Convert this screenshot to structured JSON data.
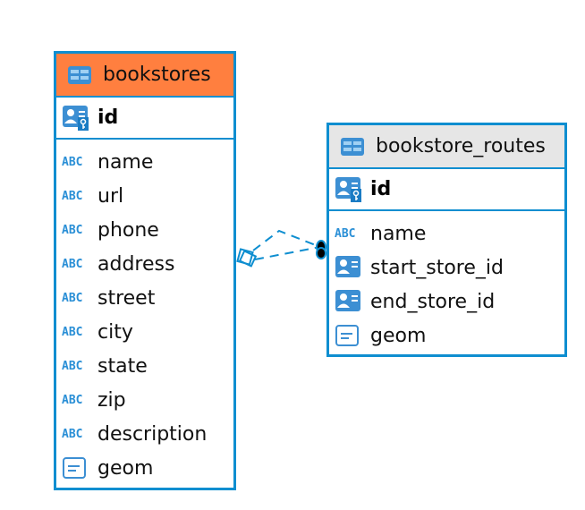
{
  "tables": [
    {
      "name": "bookstores",
      "header_color": "#ff7f3f",
      "pk": "id",
      "fields": [
        {
          "name": "name",
          "type": "text"
        },
        {
          "name": "url",
          "type": "text"
        },
        {
          "name": "phone",
          "type": "text"
        },
        {
          "name": "address",
          "type": "text"
        },
        {
          "name": "street",
          "type": "text"
        },
        {
          "name": "city",
          "type": "text"
        },
        {
          "name": "state",
          "type": "text"
        },
        {
          "name": "zip",
          "type": "text"
        },
        {
          "name": "description",
          "type": "text"
        },
        {
          "name": "geom",
          "type": "geometry"
        }
      ]
    },
    {
      "name": "bookstore_routes",
      "header_color": "#e6e6e6",
      "pk": "id",
      "fields": [
        {
          "name": "name",
          "type": "text"
        },
        {
          "name": "start_store_id",
          "type": "fk"
        },
        {
          "name": "end_store_id",
          "type": "fk"
        },
        {
          "name": "geom",
          "type": "geometry"
        }
      ]
    }
  ],
  "type_label": "ABC",
  "border_color": "#0e8ed0"
}
